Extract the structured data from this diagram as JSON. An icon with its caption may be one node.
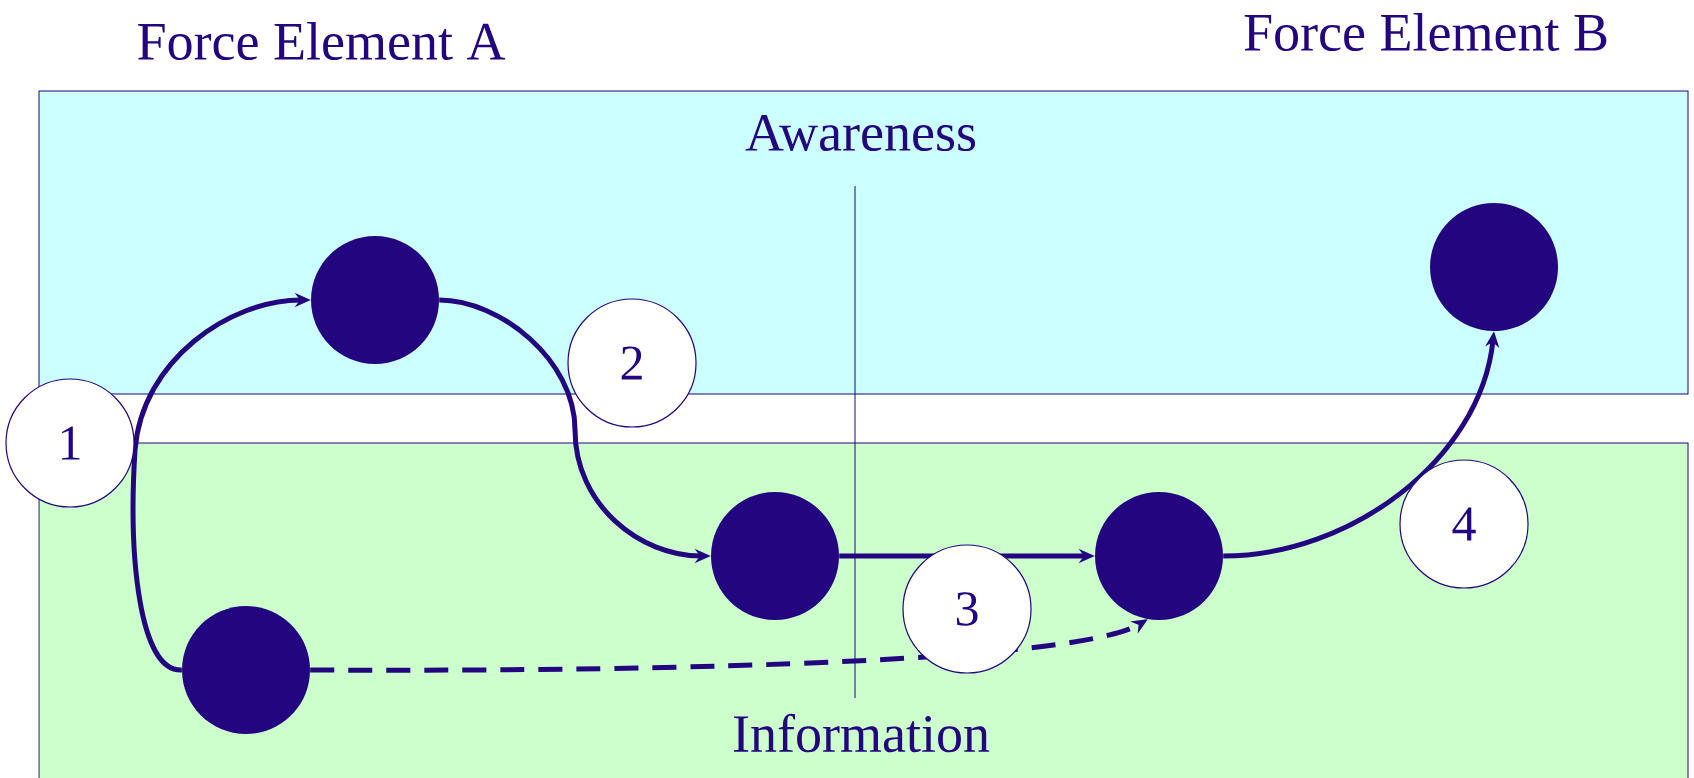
{
  "diagram": {
    "nodes": [
      {
        "text": [
          "Awareness"
        ]
      },
      {
        "text": [],
        "shape": "circle",
        "in": 0
      },
      {
        "text": [],
        "shape": "circle",
        "in": 0
      },
      {
        "text": [
          "Information"
        ]
      },
      {
        "text": [],
        "shape": "circle",
        "in": 3
      },
      {
        "text": [],
        "shape": "circle",
        "in": 3
      },
      {
        "text": [],
        "shape": "circle",
        "in": 3
      }
    ],
    "edges": [
      {
        "from": 4,
        "to": 1,
        "arrow": "to",
        "label": "1"
      },
      {
        "from": 1,
        "to": 5,
        "arrow": "to",
        "label": "2"
      },
      {
        "from": 5,
        "to": 6,
        "arrow": "to",
        "label": "3"
      },
      {
        "from": 6,
        "to": 2,
        "arrow": "to",
        "label": "4"
      },
      {
        "from": 4,
        "to": 6,
        "arrow": "to",
        "style": "dashed"
      }
    ],
    "labels": [
      "Force Element A",
      "Force Element B"
    ]
  }
}
